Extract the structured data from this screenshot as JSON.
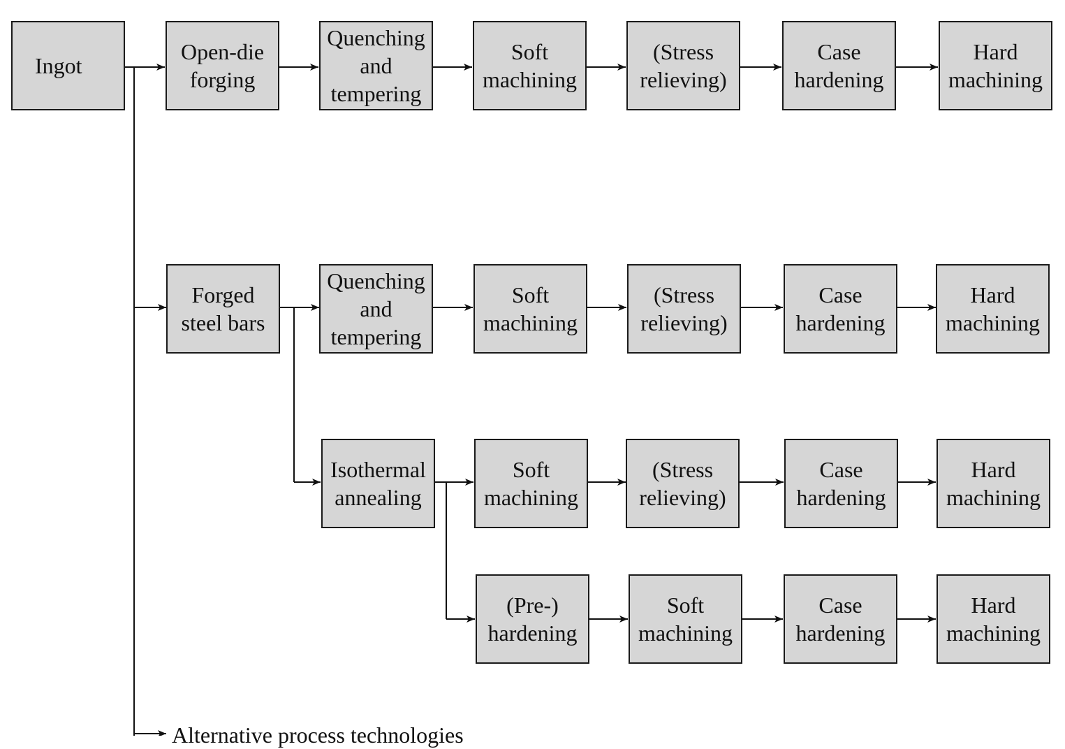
{
  "colors": {
    "box_fill": "#d6d6d6",
    "box_border": "#1a1a1a",
    "line": "#111111",
    "background": "#ffffff"
  },
  "nodes": {
    "ingot": "Ingot",
    "r1": [
      "Open-die\nforging",
      "Quenching\nand\ntempering",
      "Soft\nmachining",
      "(Stress\nrelieving)",
      "Case\nhardening",
      "Hard\nmachining"
    ],
    "r2": [
      "Forged\nsteel bars",
      "Quenching\nand\ntempering",
      "Soft\nmachining",
      "(Stress\nrelieving)",
      "Case\nhardening",
      "Hard\nmachining"
    ],
    "r3": [
      "Isothermal\nannealing",
      "Soft\nmachining",
      "(Stress\nrelieving)",
      "Case\nhardening",
      "Hard\nmachining"
    ],
    "r4": [
      "(Pre-)\nhardening",
      "Soft\nmachining",
      "Case\nhardening",
      "Hard\nmachining"
    ]
  },
  "footer": {
    "alternative": "Alternative process technologies"
  }
}
